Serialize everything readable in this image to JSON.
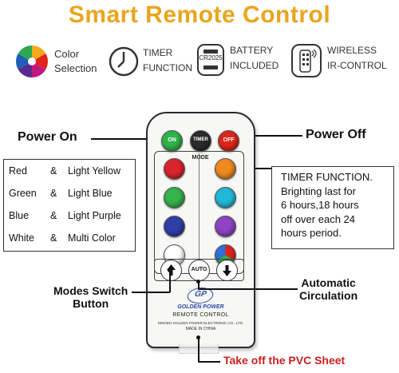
{
  "title": "Smart Remote Control",
  "features": [
    {
      "icon": "color-wheel-icon",
      "lines": [
        "Color",
        "Selection"
      ]
    },
    {
      "icon": "clock-icon",
      "lines": [
        "TIMER",
        "FUNCTION"
      ]
    },
    {
      "icon": "battery-icon",
      "icon_text": "CR2025",
      "lines": [
        "BATTERY",
        "INCLUDED"
      ]
    },
    {
      "icon": "remote-icon",
      "lines": [
        "WIRELESS",
        "IR-CONTROL"
      ]
    }
  ],
  "callouts": {
    "power_on": "Power On",
    "power_off": "Power Off",
    "modes_switch": [
      "Modes Switch",
      "Button"
    ],
    "automatic": [
      "Automatic",
      "Circulation"
    ],
    "pvc": "Take off the PVC Sheet"
  },
  "color_list": [
    {
      "left": "Red",
      "amp": "&",
      "right": "Light Yellow"
    },
    {
      "left": "Green",
      "amp": "&",
      "right": "Light Blue"
    },
    {
      "left": "Blue",
      "amp": "&",
      "right": "Light Purple"
    },
    {
      "left": "White",
      "amp": "&",
      "right": "Multi Color"
    }
  ],
  "timer_text": [
    "TIMER FUNCTION.",
    "Brighting last for",
    "6 hours,18 hours",
    "off over each 24",
    "hours period."
  ],
  "remote": {
    "on": "ON",
    "timer": "TIMER",
    "off": "OFF",
    "mode": "MODE",
    "auto": "AUTO",
    "brand_logo": "GP",
    "brand": "GOLDEN POWER",
    "sub": "REMOTE CONTROL",
    "maker": "NINGBO GOLDEN POWER ELECTRONIC CO., LTD.",
    "made": "MADE IN CHINA"
  },
  "colors": {
    "title": "#e8a51e",
    "pvc_text": "#cc1f1f",
    "on_button": "#2fb34a",
    "off_button": "#e0241b",
    "timer_button": "#2b2b2b",
    "left_buttons": [
      "#d9242b",
      "#33b34a",
      "#2f3fa8",
      "#ffffff"
    ],
    "right_buttons": [
      "#f08a1e",
      "#22b8d8",
      "#8e44c4",
      "multi"
    ]
  }
}
